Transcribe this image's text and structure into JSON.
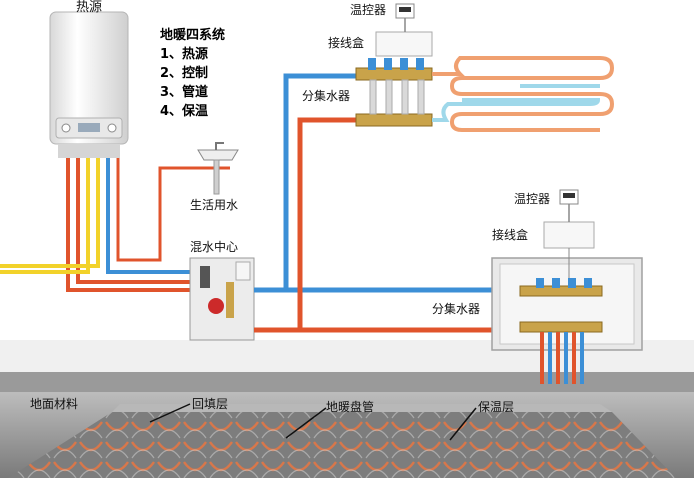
{
  "labels": {
    "heat_source": "热源",
    "thermostat_top": "温控器",
    "junction_box_top": "接线盒",
    "manifold_top": "分集水器",
    "domestic_water": "生活用水",
    "mixing_center": "混水中心",
    "thermostat_right": "温控器",
    "junction_box_right": "接线盒",
    "manifold_right": "分集水器",
    "floor_material": "地面材料",
    "backfill_layer": "回填层",
    "heating_coil": "地暖盘管",
    "insulation_layer": "保温层"
  },
  "system": {
    "title": "地暖四系统",
    "items": [
      "1、热源",
      "2、控制",
      "3、管道",
      "4、保温"
    ]
  },
  "colors": {
    "hot_pipe": "#e0542c",
    "cold_pipe": "#3c8fd6",
    "yellow_pipe": "#f2d22a",
    "coil_orange": "#f0a070",
    "coil_blue": "#9fd8ea",
    "brass": "#c9a34a",
    "wall": "#f2f2f2",
    "floor": "#8a8a8a"
  }
}
